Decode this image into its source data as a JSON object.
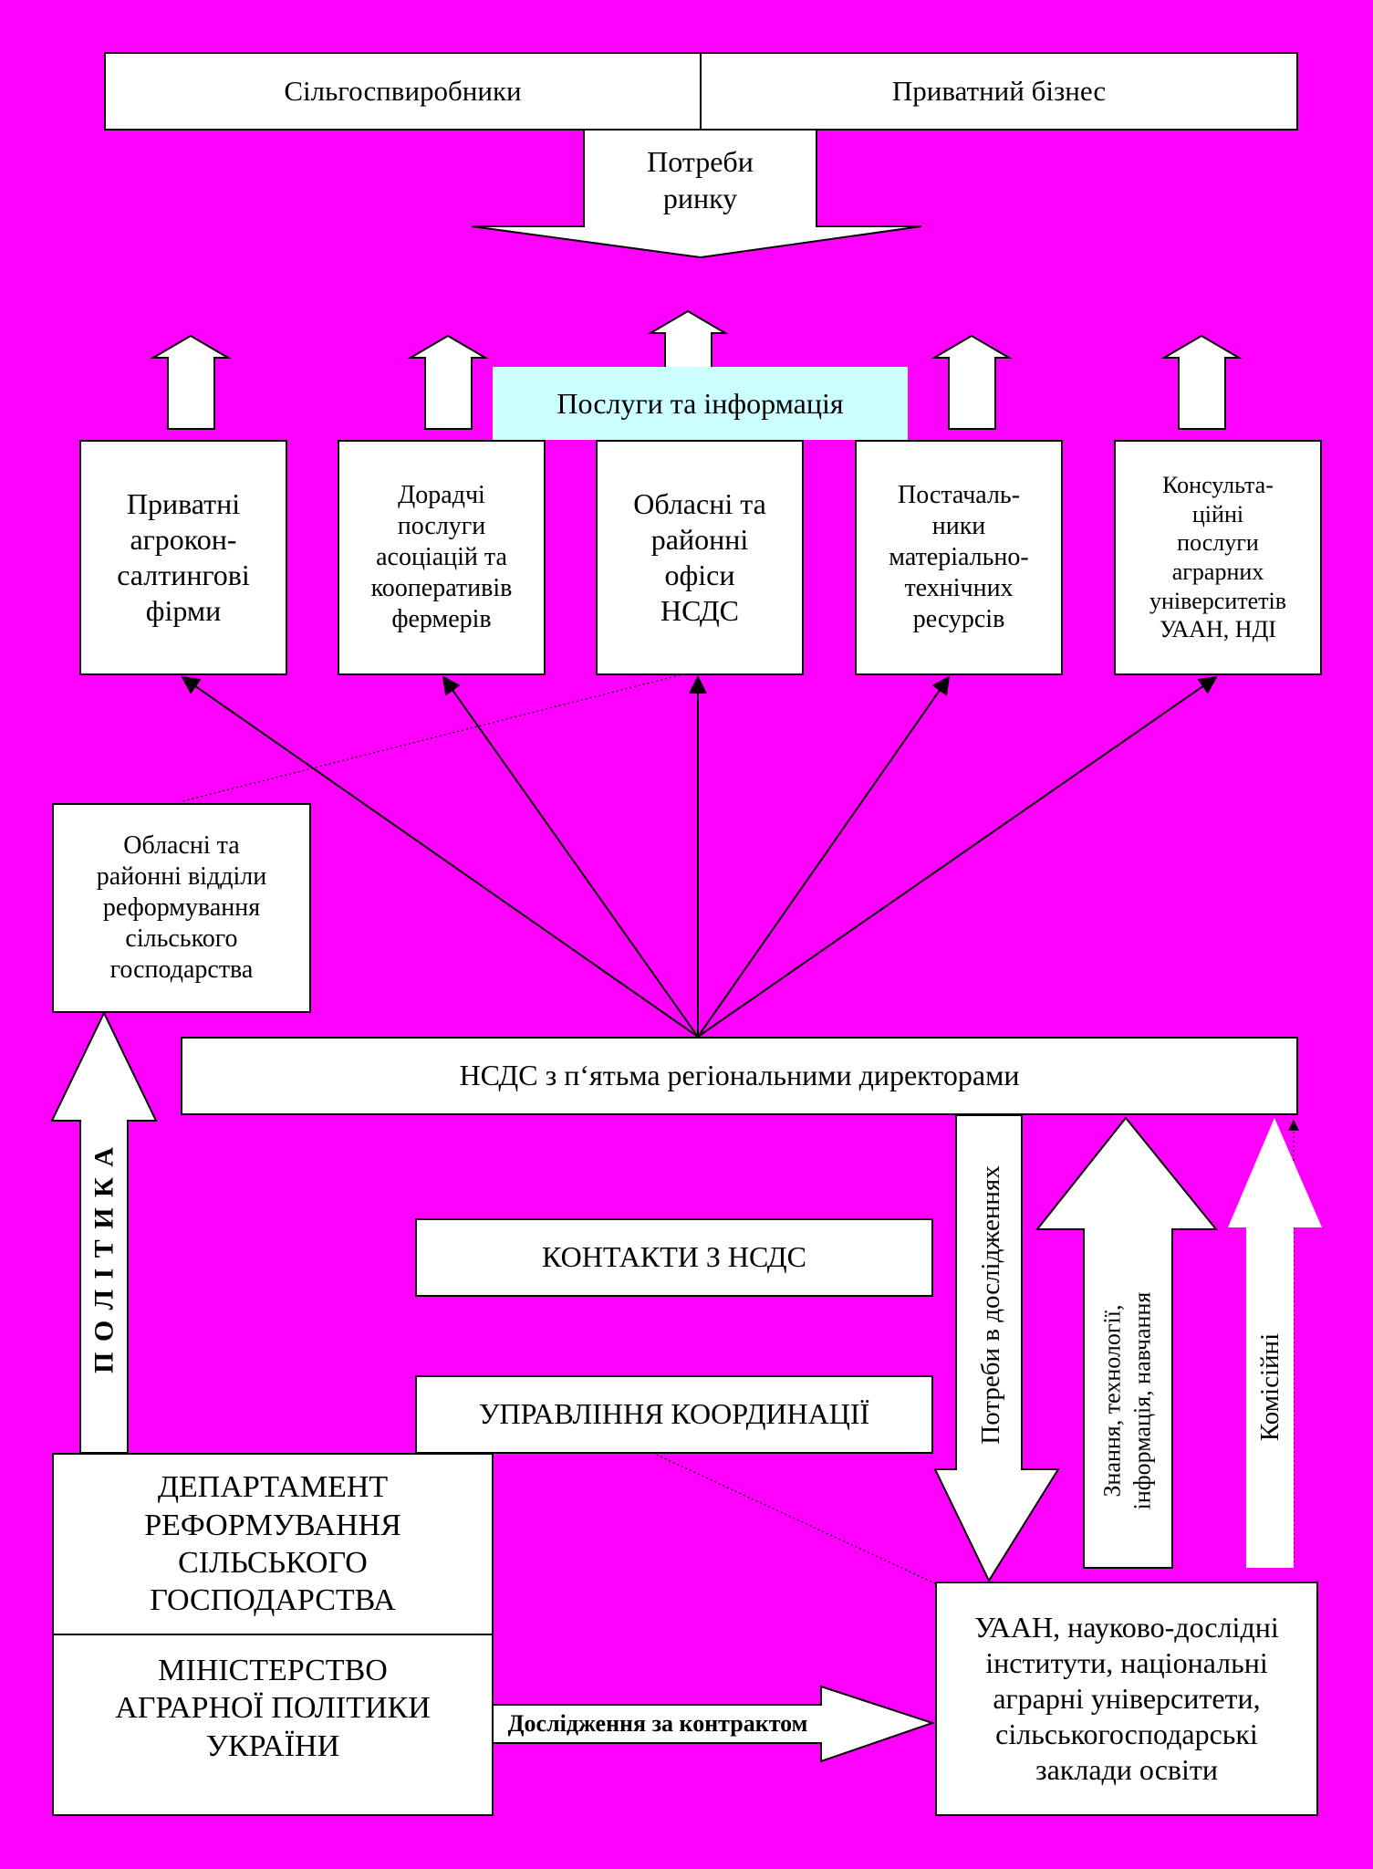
{
  "header": {
    "left_label": "Сільгоспвиробники",
    "right_label": "Приватний бізнес"
  },
  "market_needs_label": "Потреби\nринку",
  "services_info_label": "Послуги та інформація",
  "providers": [
    {
      "label": "Приватні\nагрокон-\nсалтингові\nфірми"
    },
    {
      "label": "Дорадчі\nпослуги\nасоціацій та\nкооперативів\nфермерів"
    },
    {
      "label": "Обласні та\nрайонні\nофіси\nНСДС"
    },
    {
      "label": "Постачаль-\nники\nматеріально-\nтехнічних\nресурсів"
    },
    {
      "label": "Консульта-\nційні\nпослуги\nаграрних\nуніверситетів\nУААН, НДІ"
    }
  ],
  "regional_departments_label": "Обласні та\nрайонні відділи\nреформування\nсільського\nгосподарства",
  "nsds_main_label": "НСДС з п‘ятьма регіональними директорами",
  "policy_label": "П О Л І Т И К А",
  "contacts_label": "КОНТАКТИ З НСДС",
  "coordination_label": "УПРАВЛІННЯ КООРДИНАЦІЇ",
  "department_label": "ДЕПАРТАМЕНТ\nРЕФОРМУВАННЯ\nСІЛЬСЬКОГО\nГОСПОДАРСТВА",
  "ministry_label": "МІНІСТЕРСТВО\nАГРАРНОЇ ПОЛІТИКИ\nУКРАЇНИ",
  "research_needs_label": "Потреби в дослідженнях",
  "knowledge_label": "Знання, технології,\nінформація, навчання",
  "commission_label": "Комісійні",
  "contract_research_label": "Дослідження за контрактом",
  "research_institutions_label": "УААН, науково-дослідні\nінститути, національні\nаграрні університети,\nсільськогосподарські\nзаклади освіти",
  "colors": {
    "background": "#ff00ff",
    "box_fill": "#ffffff",
    "services_fill": "#ccffff",
    "line": "#000000"
  }
}
